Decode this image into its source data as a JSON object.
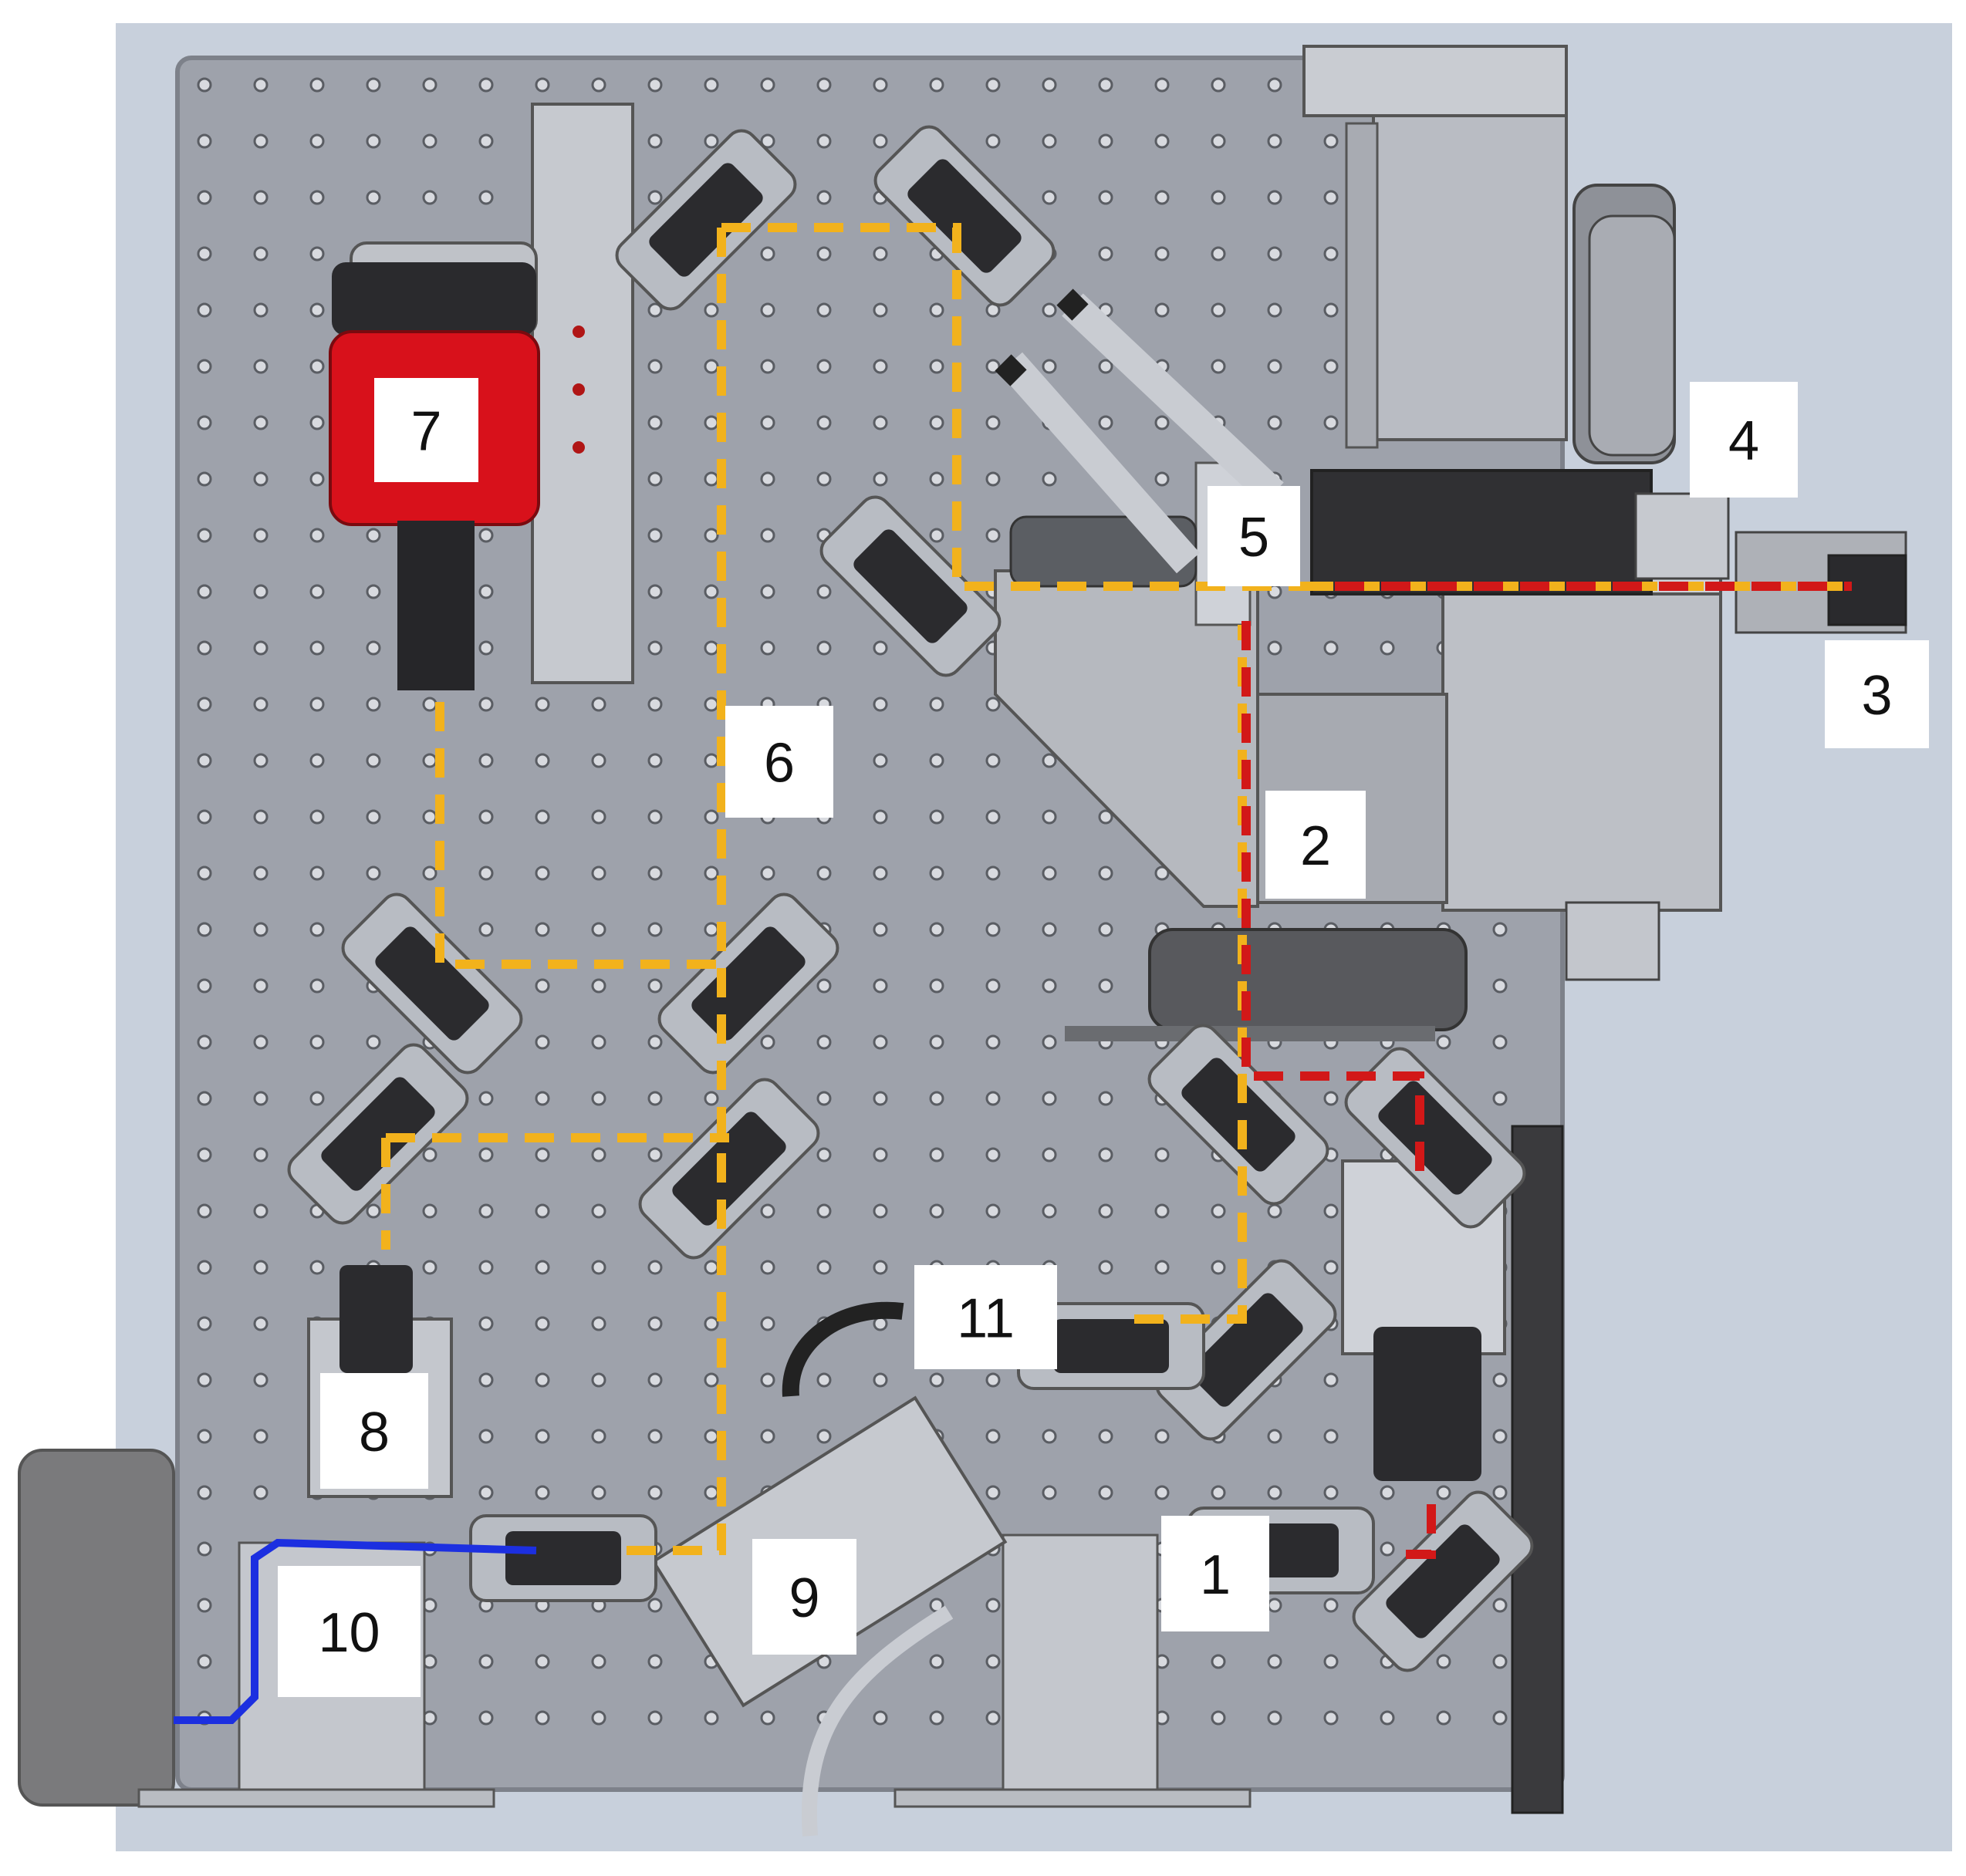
{
  "colors": {
    "background_bg": "#c8d0dc",
    "breadboard": "#9ea2ab",
    "breadboard_edge": "#7d818a",
    "hole_fill": "#d8dadf",
    "hole_edge": "#5a5d63",
    "mount_gray": "#b8bcc3",
    "mount_dark": "#2b2b2e",
    "camera_red": "#d8111b",
    "beam_excitation": "#f2b21c",
    "beam_laser": "#d21818",
    "fiber_blue": "#1c2fe0",
    "box_gray": "#7a7a7c",
    "label_bg": "#ffffff"
  },
  "legend": {
    "paths": [
      {
        "color_key": "beam_excitation",
        "style": "dashed"
      },
      {
        "color_key": "beam_laser",
        "style": "dashed"
      },
      {
        "color_key": "fiber_blue",
        "style": "solid"
      }
    ]
  },
  "callouts": [
    {
      "id": "c1",
      "text": "1"
    },
    {
      "id": "c2",
      "text": "2"
    },
    {
      "id": "c3",
      "text": "3"
    },
    {
      "id": "c4",
      "text": "4"
    },
    {
      "id": "c5",
      "text": "5"
    },
    {
      "id": "c6",
      "text": "6"
    },
    {
      "id": "c7",
      "text": "7"
    },
    {
      "id": "c8",
      "text": "8"
    },
    {
      "id": "c9",
      "text": "9"
    },
    {
      "id": "c10",
      "text": "10"
    },
    {
      "id": "c11",
      "text": "11"
    }
  ]
}
